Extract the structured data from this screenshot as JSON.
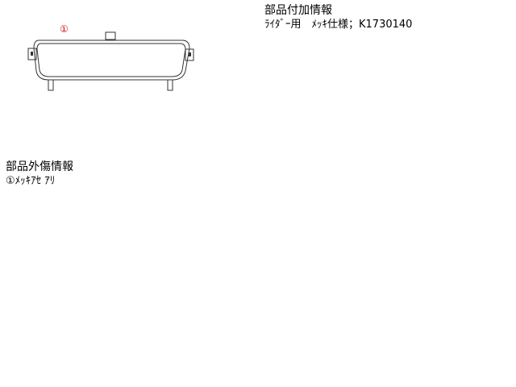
{
  "part_info": {
    "title": "部品付加情報",
    "detail": "ﾗｲﾀﾞｰ用　ﾒｯｷ仕様；K1730140"
  },
  "damage_info": {
    "title": "部品外傷情報",
    "detail": "①ﾒｯｷｱｾ ｱﾘ"
  },
  "drawing": {
    "marker": "①",
    "marker_color": "#d01010"
  }
}
